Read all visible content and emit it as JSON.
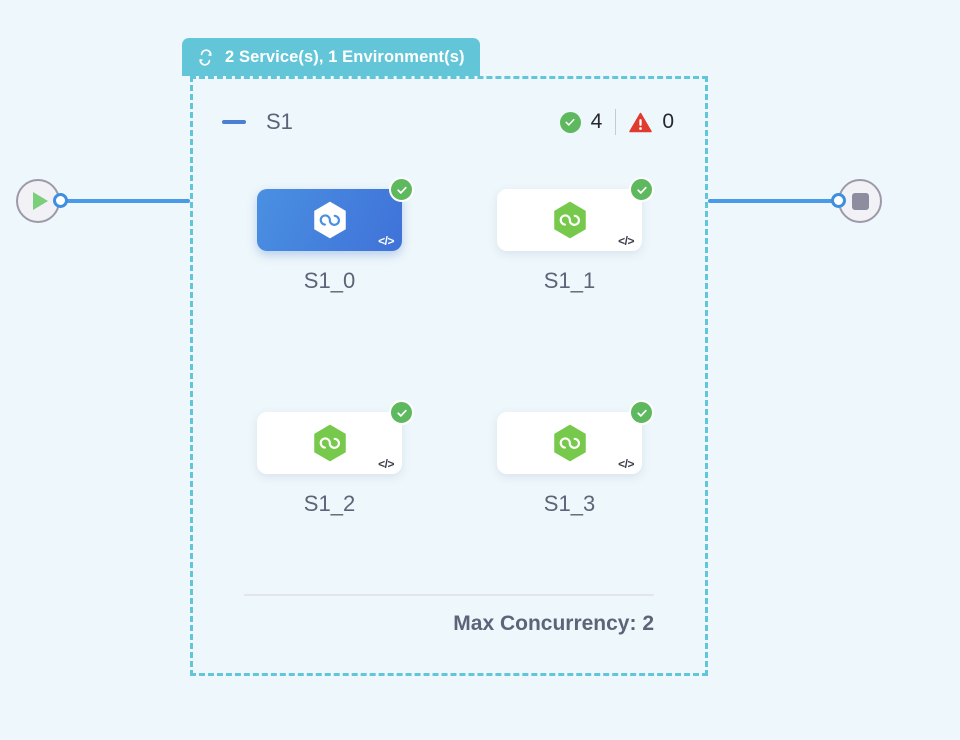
{
  "canvas": {
    "background_color": "#eef7fb"
  },
  "start_node": {
    "icon": "play-icon",
    "port": "output-port"
  },
  "end_node": {
    "icon": "stop-icon",
    "port": "input-port"
  },
  "group": {
    "header": {
      "icon": "loop-icon",
      "title": "2 Service(s), 1 Environment(s)",
      "background_color": "#62c6d8"
    },
    "border_color": "#62c6d8",
    "status": {
      "collapse_icon": "minus-icon",
      "label": "S1",
      "success_count": "4",
      "success_color": "#5eb85e",
      "warning_count": "0",
      "warning_color": "#e03b2f"
    },
    "nodes": [
      {
        "label": "S1_0",
        "selected": true,
        "status_icon": "check-badge-icon",
        "code_glyph": "</>",
        "hex_color": "#ffffff"
      },
      {
        "label": "S1_1",
        "selected": false,
        "status_icon": "check-badge-icon",
        "code_glyph": "</>",
        "hex_color": "#76c94a"
      },
      {
        "label": "S1_2",
        "selected": false,
        "status_icon": "check-badge-icon",
        "code_glyph": "</>",
        "hex_color": "#76c94a"
      },
      {
        "label": "S1_3",
        "selected": false,
        "status_icon": "check-badge-icon",
        "code_glyph": "</>",
        "hex_color": "#76c94a"
      }
    ],
    "footer": {
      "text": "Max Concurrency: 2"
    }
  }
}
